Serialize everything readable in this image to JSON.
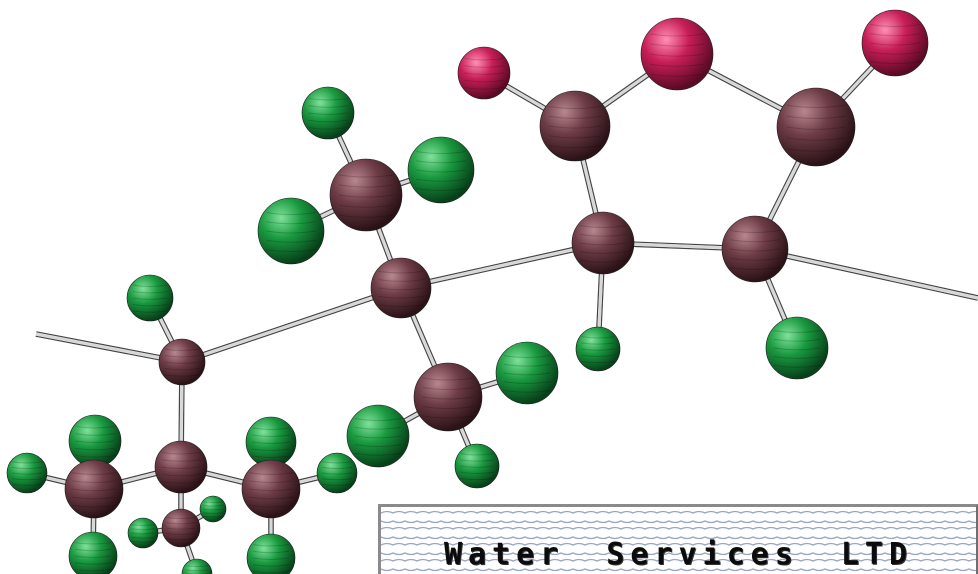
{
  "banner": {
    "text": "Water Services LTD",
    "wave_color": "#9aa6c4"
  },
  "molecule": {
    "atom_colors": {
      "carbon": "#5b3038",
      "carbon_highlight": "#b88790",
      "chlorine": "#1a8c3a",
      "chlorine_highlight": "#7fe29a",
      "oxygen": "#c41e55",
      "oxygen_highlight": "#ff8fb5"
    },
    "bond_color": "#d8d8d8",
    "atom_counts": {
      "carbon": 13,
      "chlorine": 22,
      "oxygen": 3
    }
  }
}
